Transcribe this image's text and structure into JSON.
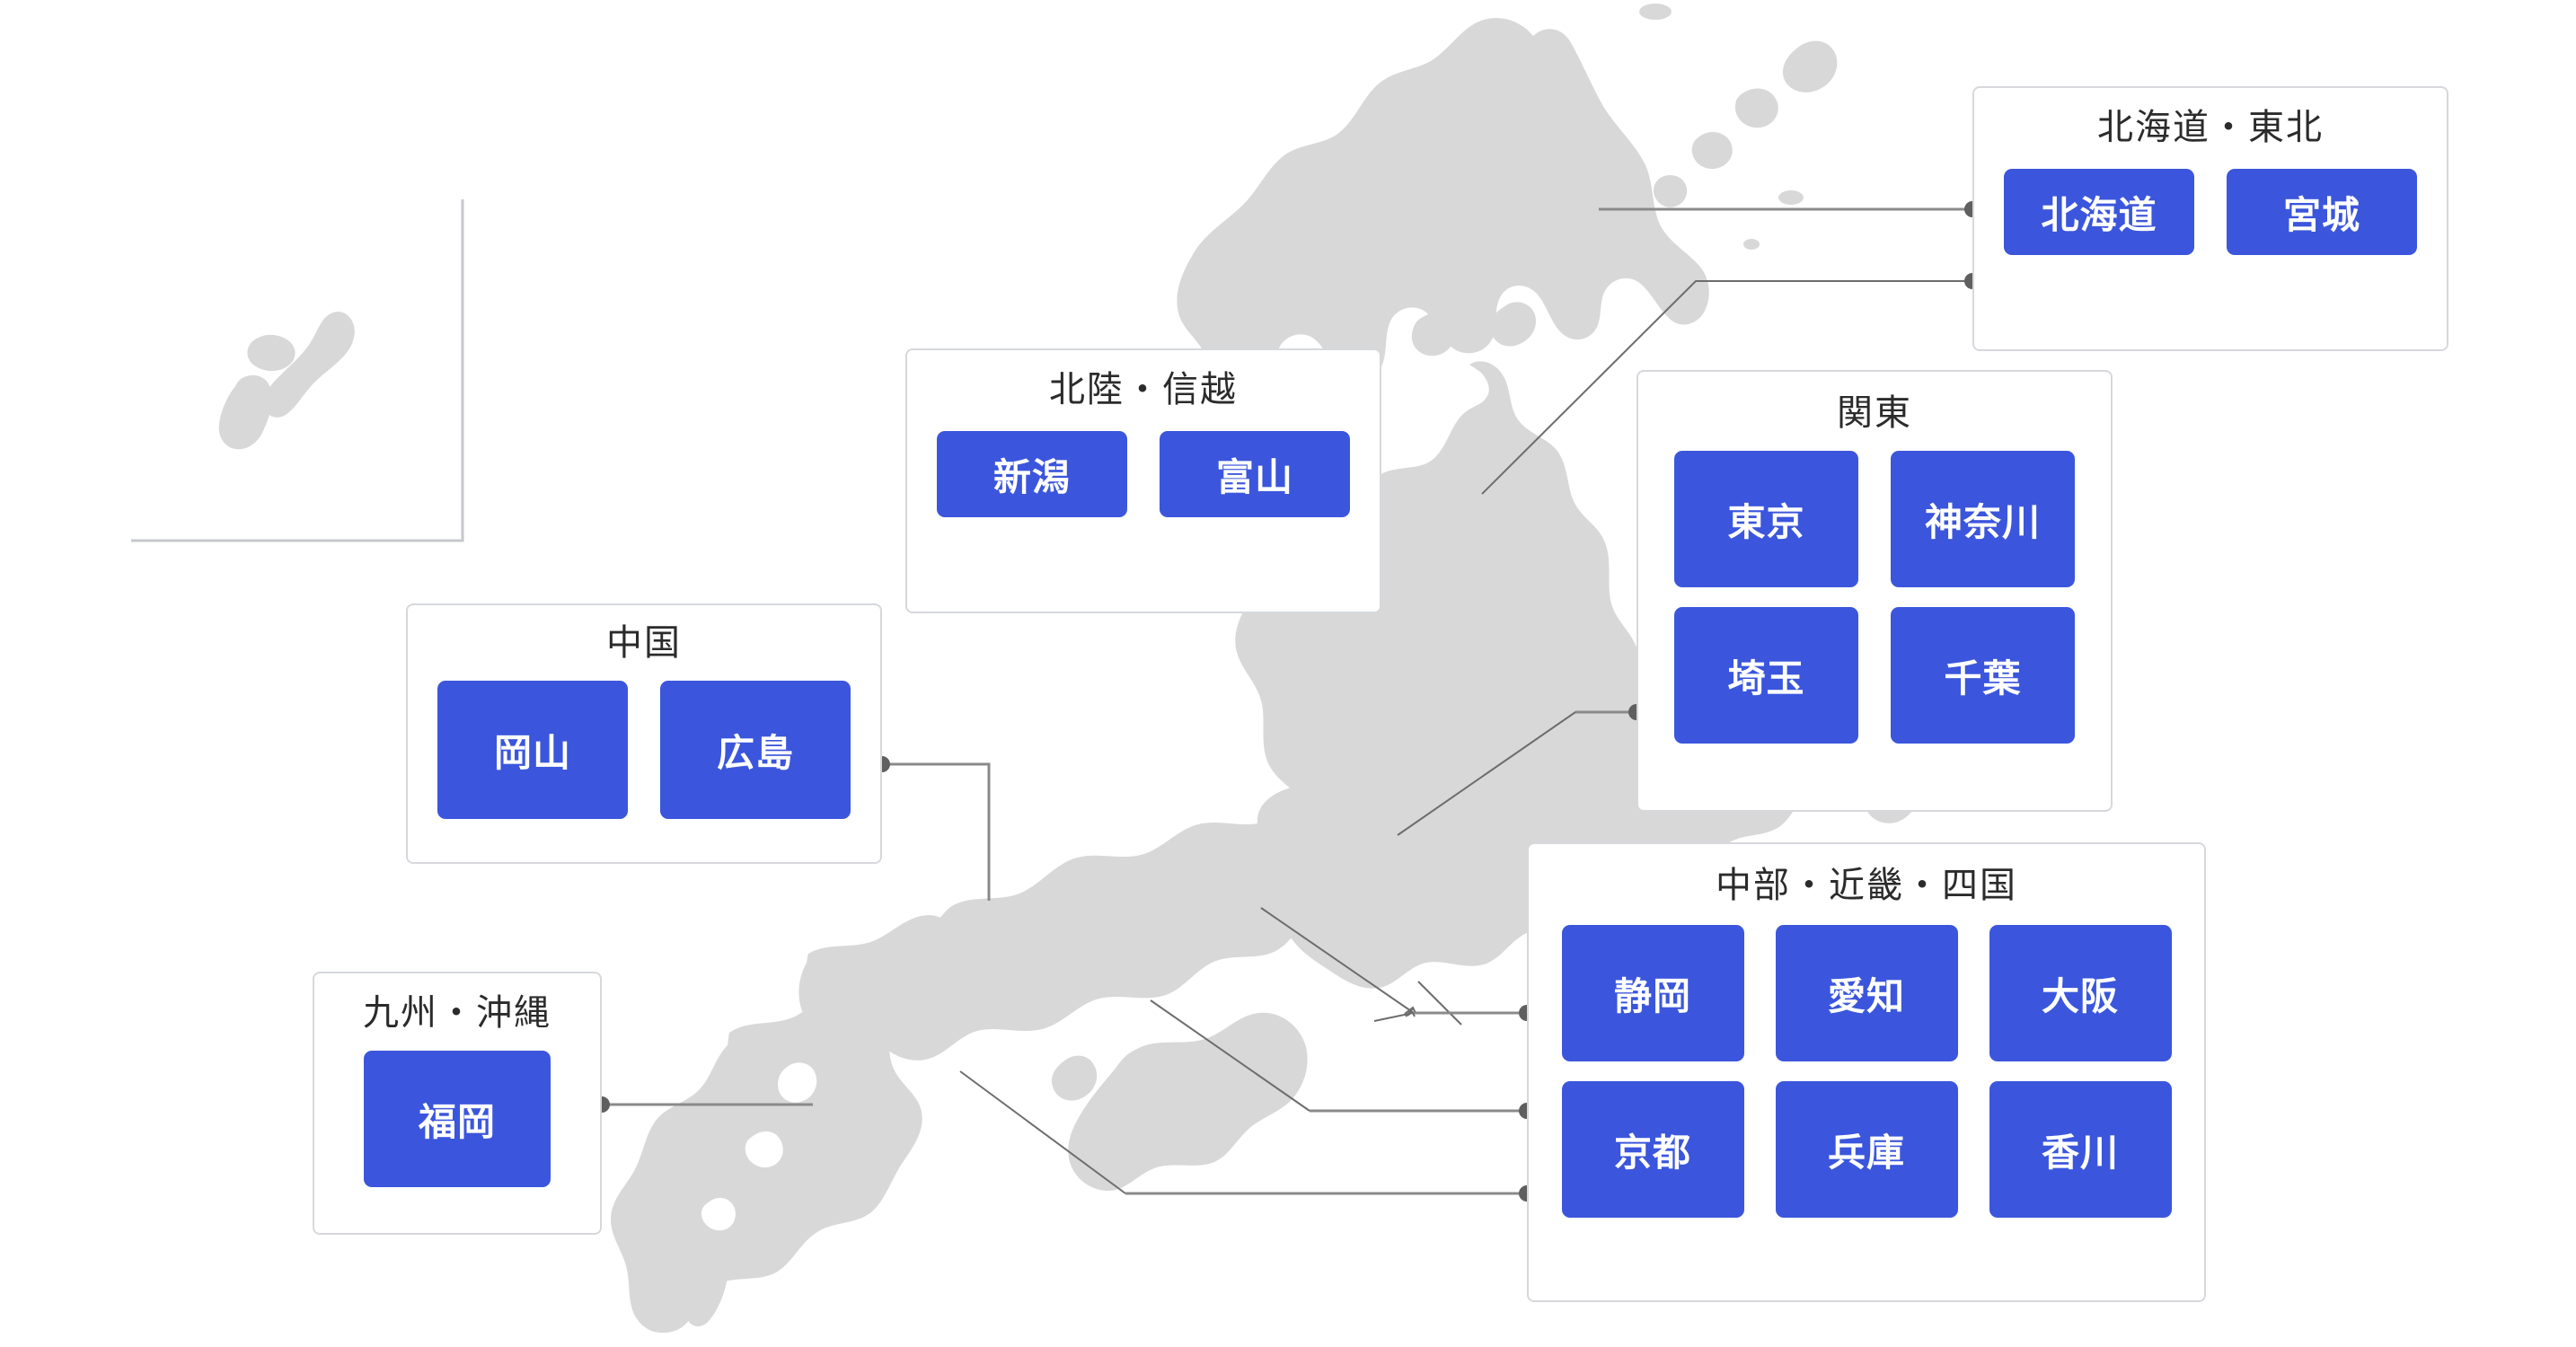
{
  "map": {
    "land_color": "#d8d8d8",
    "background": "#ffffff",
    "okinawa_inset_label": "okinawa-inset-bracket"
  },
  "theme": {
    "panel_border": "#d6d8dc",
    "panel_background": "#ffffff",
    "button_color": "#3b56dc",
    "button_text_color": "#ffffff",
    "title_color": "#2b2b2b",
    "connector_line": "#8a8a8a",
    "connector_dot": "#5f5f5f"
  },
  "regions": [
    {
      "id": "hokkaido-tohoku",
      "title": "北海道・東北",
      "prefectures": [
        "北海道",
        "宮城"
      ]
    },
    {
      "id": "hokuriku-shinetsu",
      "title": "北陸・信越",
      "prefectures": [
        "新潟",
        "富山"
      ]
    },
    {
      "id": "kanto",
      "title": "関東",
      "prefectures": [
        "東京",
        "神奈川",
        "埼玉",
        "千葉"
      ]
    },
    {
      "id": "chugoku",
      "title": "中国",
      "prefectures": [
        "岡山",
        "広島"
      ]
    },
    {
      "id": "chubu-kinki-shikoku",
      "title": "中部・近畿・四国",
      "prefectures": [
        "静岡",
        "愛知",
        "大阪",
        "京都",
        "兵庫",
        "香川"
      ]
    },
    {
      "id": "kyushu-okinawa",
      "title": "九州・沖縄",
      "prefectures": [
        "福岡"
      ]
    }
  ]
}
